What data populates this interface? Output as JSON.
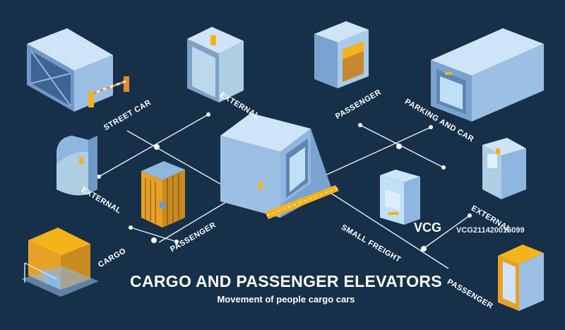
{
  "title": "CARGO AND PASSENGER ELEVATORS",
  "subtitle": "Movement of people  cargo  cars",
  "labels": {
    "street_car": "STREET CAR",
    "external_top": "EXTERNAL",
    "passenger_top": "PASSENGER",
    "parking_car": "PARKING AND CAR",
    "external_left": "EXTERNAL",
    "passenger_mid": "PASSENGER",
    "cargo": "CARGO",
    "small_freight": "SMALL FREIGHT",
    "external_right": "EXTERNAL",
    "passenger_bottom": "PASSENGER"
  },
  "watermark": {
    "logo": "VCG",
    "id": "VCG211420015099"
  },
  "colors": {
    "background": "#173049",
    "connector": "#e8eef5",
    "elevator_light": "#cfe4f6",
    "elevator_mid": "#8fb6de",
    "elevator_dark": "#5f86b3",
    "glass": "#bfe0f5",
    "accent_yellow": "#f5b21b",
    "accent_orange": "#e8892b",
    "text": "#ffffff"
  }
}
